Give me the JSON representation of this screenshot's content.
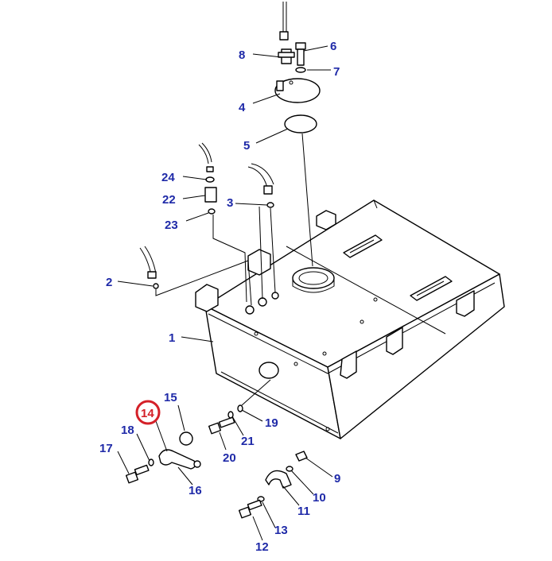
{
  "diagram": {
    "highlight_color": "#d42028",
    "callout_color": "#1f2aa8",
    "highlighted_label": "14",
    "callouts": [
      {
        "id": "1",
        "label": "1"
      },
      {
        "id": "2",
        "label": "2"
      },
      {
        "id": "3",
        "label": "3"
      },
      {
        "id": "4",
        "label": "4"
      },
      {
        "id": "5",
        "label": "5"
      },
      {
        "id": "6",
        "label": "6"
      },
      {
        "id": "7",
        "label": "7"
      },
      {
        "id": "8",
        "label": "8"
      },
      {
        "id": "9",
        "label": "9"
      },
      {
        "id": "10",
        "label": "10"
      },
      {
        "id": "11",
        "label": "11"
      },
      {
        "id": "12",
        "label": "12"
      },
      {
        "id": "13",
        "label": "13"
      },
      {
        "id": "14",
        "label": "14"
      },
      {
        "id": "15",
        "label": "15"
      },
      {
        "id": "16",
        "label": "16"
      },
      {
        "id": "17",
        "label": "17"
      },
      {
        "id": "18",
        "label": "18"
      },
      {
        "id": "19",
        "label": "19"
      },
      {
        "id": "20",
        "label": "20"
      },
      {
        "id": "21",
        "label": "21"
      },
      {
        "id": "22",
        "label": "22"
      },
      {
        "id": "23",
        "label": "23"
      },
      {
        "id": "24",
        "label": "24"
      }
    ]
  }
}
